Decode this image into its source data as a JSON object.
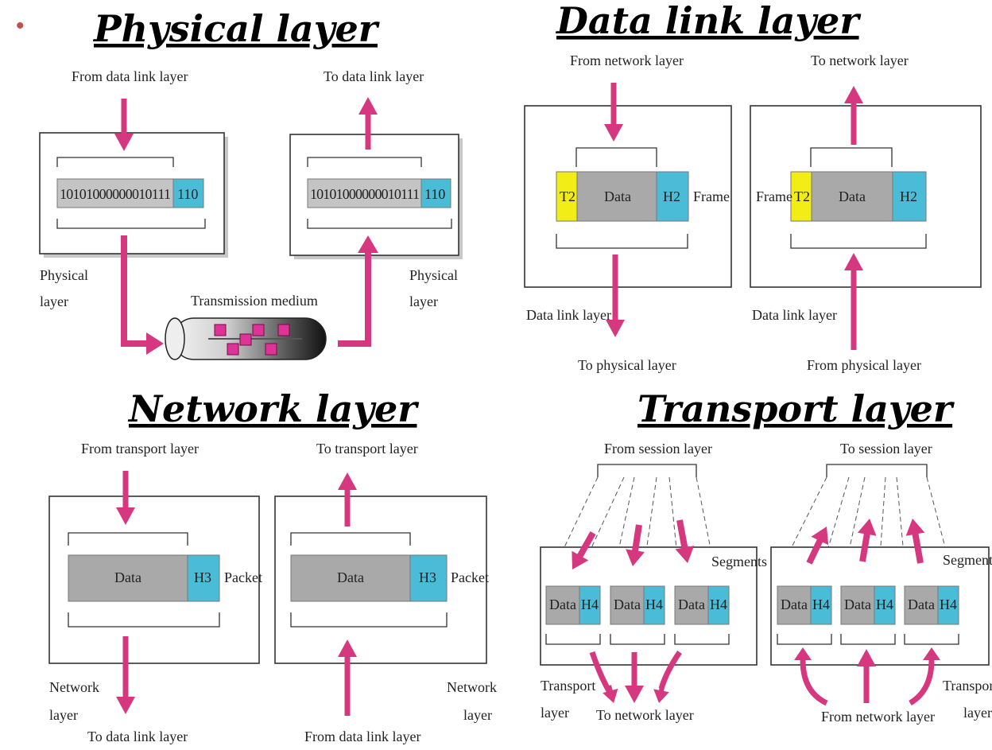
{
  "bullet": "•",
  "colors": {
    "arrow": "#d6387f",
    "header": "#4bbcd8",
    "data": "#a9a9a9",
    "trailer": "#f2ec17",
    "bits": "#c4c4c4"
  },
  "physical": {
    "title": "Physical layer",
    "from_label": "From data link layer",
    "to_label": "To data link layer",
    "bits_left": "10101000000010111",
    "bits_right": "10101000000010111",
    "header": "110",
    "layer_label_line1": "Physical",
    "layer_label_line2": "layer",
    "medium_label": "Transmission medium"
  },
  "datalink": {
    "title": "Data link layer",
    "from_label": "From network layer",
    "to_label": "To network layer",
    "trailer": "T2",
    "data": "Data",
    "header": "H2",
    "frame": "Frame",
    "layer_label": "Data link layer",
    "to_physical": "To physical layer",
    "from_physical": "From physical layer"
  },
  "network": {
    "title": "Network layer",
    "from_label": "From transport layer",
    "to_label": "To transport layer",
    "data": "Data",
    "header": "H3",
    "packet": "Packet",
    "layer_label_line1": "Network",
    "layer_label_line2": "layer",
    "to_datalink": "To data link layer",
    "from_datalink": "From data link layer"
  },
  "transport": {
    "title": "Transport layer",
    "from_label": "From session layer",
    "to_label": "To session layer",
    "segments": "Segments",
    "data": "Data",
    "header": "H4",
    "layer_label_line1": "Transport",
    "layer_label_line2": "layer",
    "to_network": "To network layer",
    "from_network": "From network layer"
  }
}
